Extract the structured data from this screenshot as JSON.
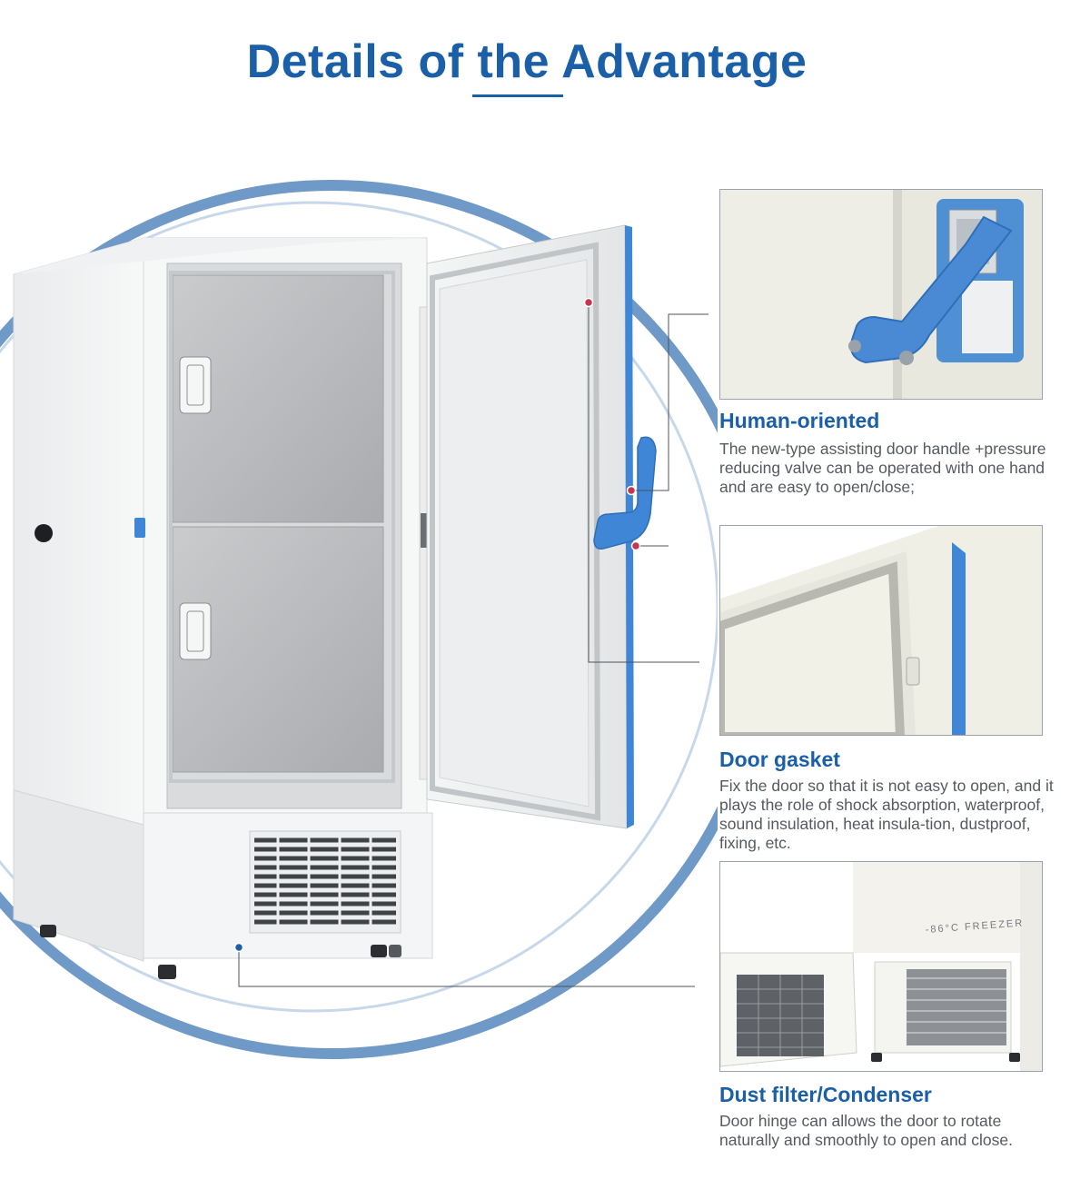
{
  "page": {
    "title": "Details of the Advantage"
  },
  "features": [
    {
      "title": "Human-oriented",
      "description": "The new-type assisting door handle +pressure reducing valve can be operated with one hand and are easy to open/close;"
    },
    {
      "title": "Door gasket",
      "description": "Fix the door so that it is not easy to open, and it plays the role of shock absorption, waterproof, sound insulation, heat insula-tion, dustproof, fixing, etc."
    },
    {
      "title": "Dust filter/Condenser",
      "description": "Door hinge can allows the door to rotate naturally and smoothly to open and close."
    }
  ],
  "freezer_label": "-86°C FREEZER",
  "colors": {
    "accent": "#1a5fa8",
    "handle_blue": "#3f86d6",
    "ring": "#6f99c6"
  }
}
